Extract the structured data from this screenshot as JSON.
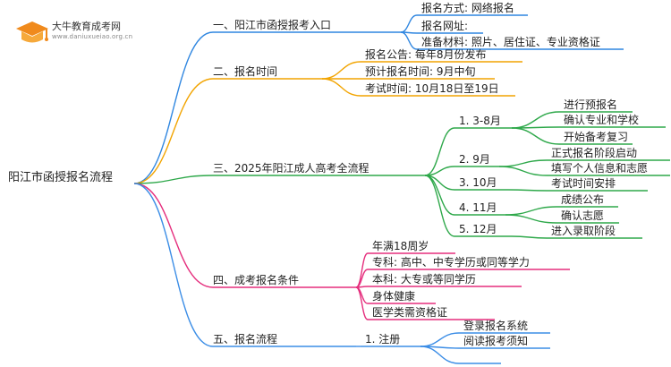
{
  "header": {
    "brand": "大牛教育成考网",
    "site": "www.daniuxueiao.org.cn"
  },
  "root": "阳江市函授报名流程",
  "colors": {
    "blue": "#2f86e0",
    "orange": "#f2a400",
    "green": "#2ea84a",
    "pink": "#e52e7d",
    "blue2": "#3b8de6"
  },
  "branches": [
    {
      "label": "一、阳江市函授报考入口",
      "color": "blue",
      "children": [
        {
          "label": "报名方式: 网络报名"
        },
        {
          "label": "报名网址:"
        },
        {
          "label": "准备材料: 照片、居住证、专业资格证"
        }
      ]
    },
    {
      "label": "二、报名时间",
      "color": "orange",
      "children": [
        {
          "label": "报名公告: 每年8月份发布"
        },
        {
          "label": "预计报名时间: 9月中旬"
        },
        {
          "label": "考试时间: 10月18日至19日"
        }
      ]
    },
    {
      "label": "三、2025年阳江成人高考全流程",
      "color": "green",
      "children": [
        {
          "label": "1. 3-8月",
          "children": [
            {
              "label": "进行预报名"
            },
            {
              "label": "确认专业和学校"
            },
            {
              "label": "开始备考复习"
            }
          ]
        },
        {
          "label": "2. 9月",
          "children": [
            {
              "label": "正式报名阶段启动"
            },
            {
              "label": "填写个人信息和志愿"
            }
          ]
        },
        {
          "label": "3. 10月",
          "children": [
            {
              "label": "考试时间安排"
            }
          ]
        },
        {
          "label": "4. 11月",
          "children": [
            {
              "label": "成绩公布"
            },
            {
              "label": "确认志愿"
            }
          ]
        },
        {
          "label": "5. 12月",
          "children": [
            {
              "label": "进入录取阶段"
            }
          ]
        }
      ]
    },
    {
      "label": "四、成考报名条件",
      "color": "pink",
      "children": [
        {
          "label": "年满18周岁"
        },
        {
          "label": "专科: 高中、中专学历或同等学力"
        },
        {
          "label": "本科: 大专或等同学历"
        },
        {
          "label": "身体健康"
        },
        {
          "label": "医学类需资格证"
        }
      ]
    },
    {
      "label": "五、报名流程",
      "color": "blue2",
      "children": [
        {
          "label": "1. 注册",
          "children": [
            {
              "label": "登录报名系统"
            },
            {
              "label": "阅读报考须知"
            },
            {
              "label": ""
            }
          ]
        }
      ]
    }
  ]
}
